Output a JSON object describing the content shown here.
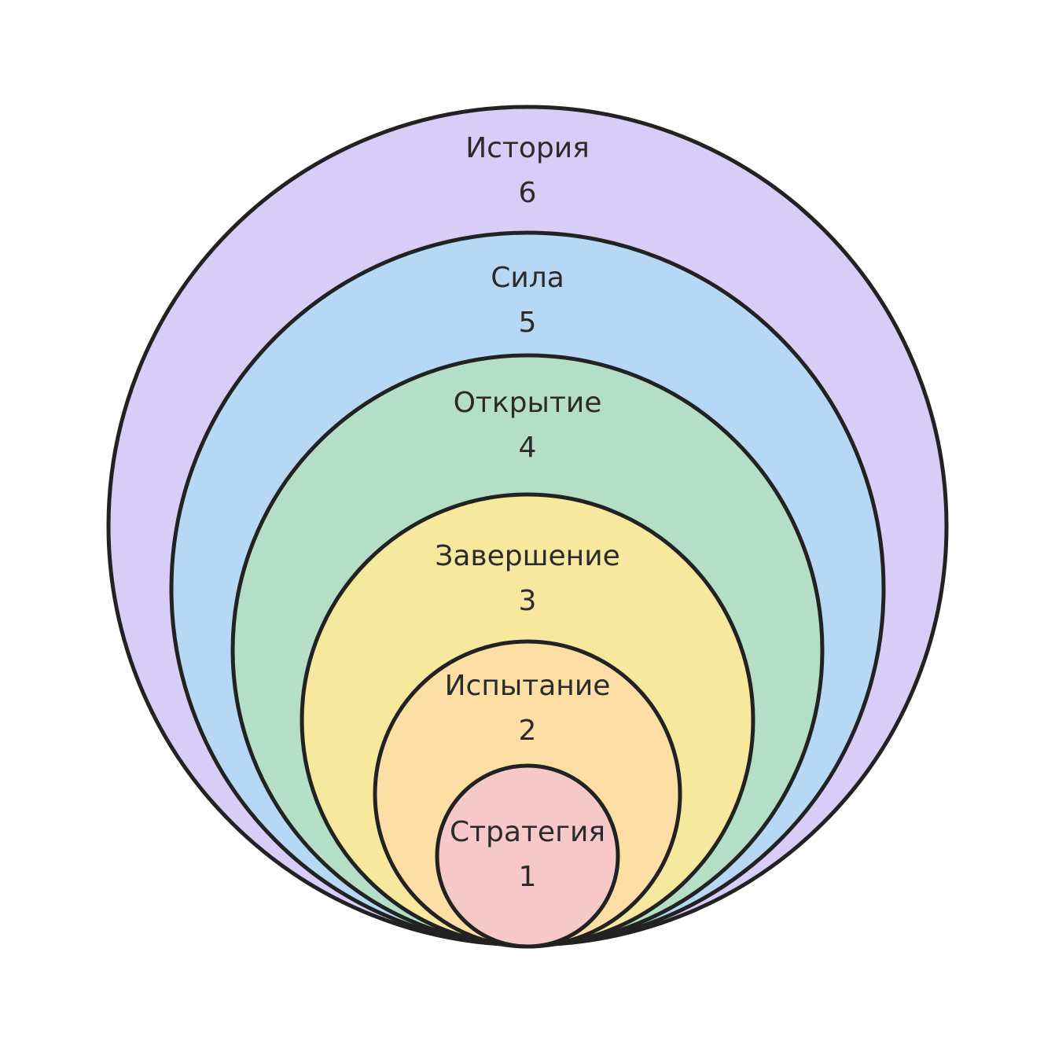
{
  "diagram": {
    "layers": [
      {
        "label": "История",
        "number": "6",
        "color": "#d8cdf7"
      },
      {
        "label": "Сила",
        "number": "5",
        "color": "#b6d8f4"
      },
      {
        "label": "Открытие",
        "number": "4",
        "color": "#b4dfc6"
      },
      {
        "label": "Завершение",
        "number": "3",
        "color": "#f6e89c"
      },
      {
        "label": "Испытание",
        "number": "2",
        "color": "#fddea4"
      },
      {
        "label": "Стратегия",
        "number": "1",
        "color": "#f6c8c8"
      }
    ]
  }
}
